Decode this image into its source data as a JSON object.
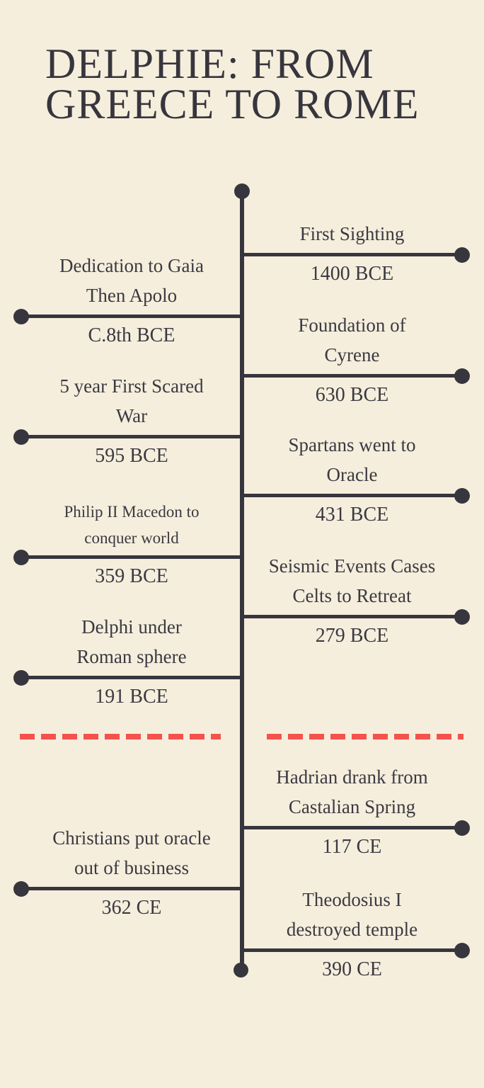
{
  "title": {
    "text": "DELPHIE: FROM\nGREECE TO ROME"
  },
  "colors": {
    "background": "#f5eedc",
    "ink": "#37353d",
    "text": "#3b3942",
    "divider_red": "#f5524d"
  },
  "timeline": {
    "events": [
      {
        "side": "right",
        "title": "First Sighting",
        "date": "1400 BCE"
      },
      {
        "side": "left",
        "title": "Dedication to Gaia\nThen Apolo",
        "date": "C.8th BCE"
      },
      {
        "side": "right",
        "title": "Foundation of\nCyrene",
        "date": "630 BCE"
      },
      {
        "side": "left",
        "title": "5 year First Scared\nWar",
        "date": "595 BCE"
      },
      {
        "side": "right",
        "title": "Spartans went to\nOracle",
        "date": "431 BCE"
      },
      {
        "side": "left",
        "title": "Philip II Macedon to\nconquer world",
        "date": "359 BCE"
      },
      {
        "side": "right",
        "title": "Seismic Events Cases\nCelts to Retreat",
        "date": "279 BCE"
      },
      {
        "side": "left",
        "title": "Delphi under\nRoman sphere",
        "date": "191 BCE"
      },
      {
        "side": "right",
        "title": "Hadrian drank from\nCastalian Spring",
        "date": "117 CE"
      },
      {
        "side": "left",
        "title": "Christians put oracle\nout of business",
        "date": "362 CE"
      },
      {
        "side": "right",
        "title": "Theodosius I\ndestroyed temple",
        "date": "390 CE"
      }
    ]
  }
}
